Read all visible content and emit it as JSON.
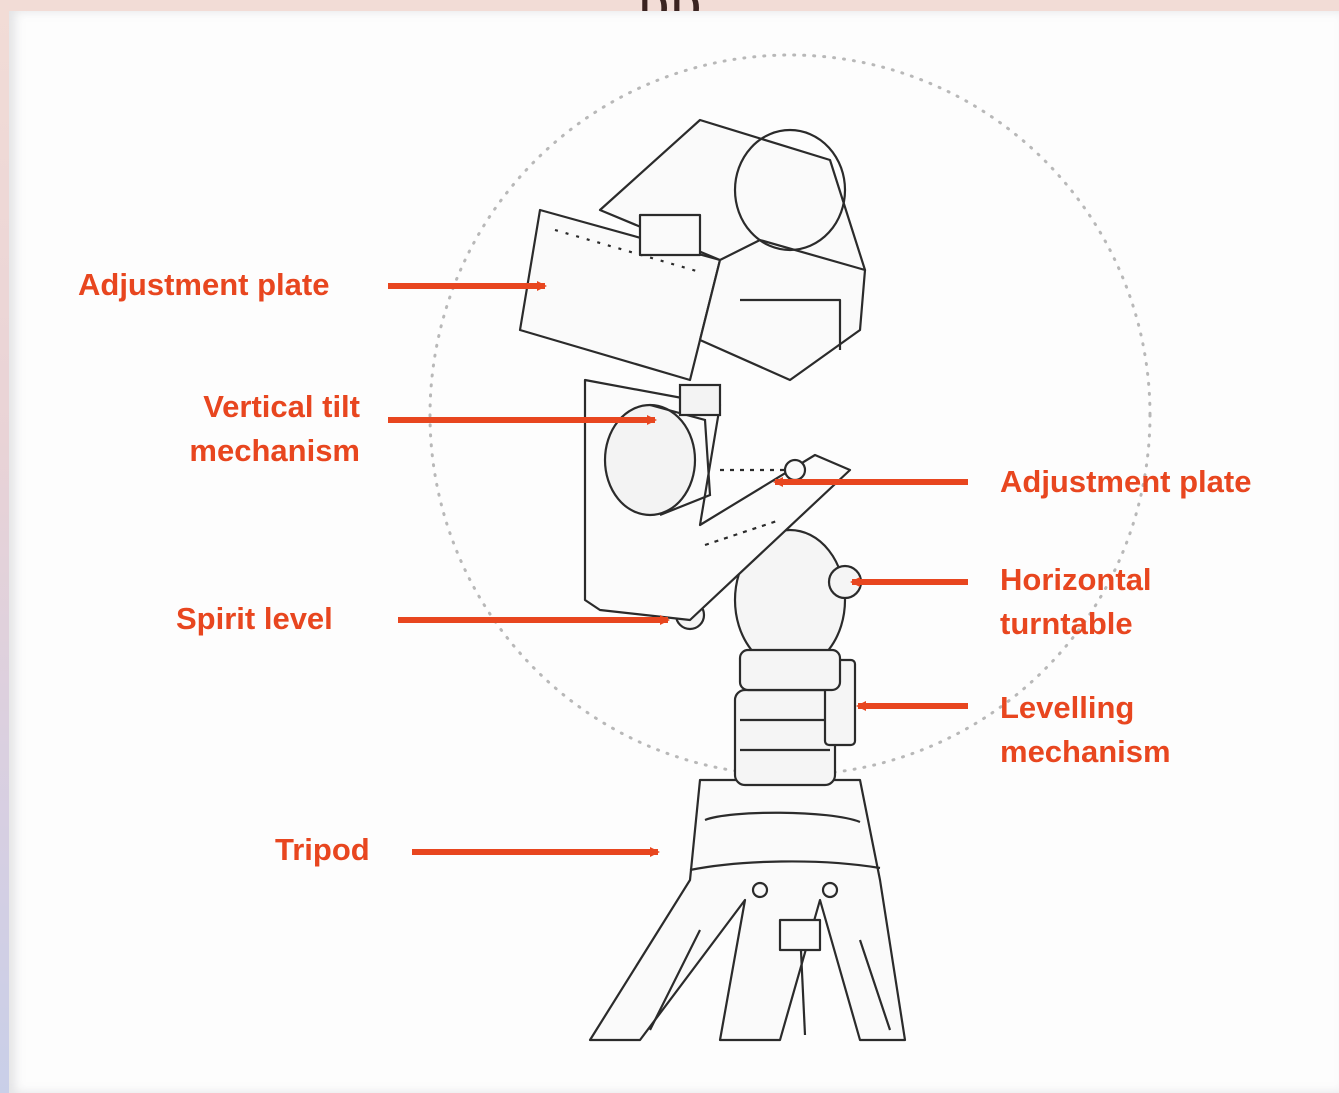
{
  "header": {
    "title_fragment": "pp"
  },
  "labels": {
    "adjustment_plate_left": "Adjustment plate",
    "vertical_tilt_line1": "Vertical tilt",
    "vertical_tilt_line2": "mechanism",
    "spirit_level": "Spirit level",
    "tripod": "Tripod",
    "adjustment_plate_right": "Adjustment plate",
    "horizontal_turntable_line1": "Horizontal",
    "horizontal_turntable_line2": "turntable",
    "levelling_line1": "Levelling",
    "levelling_line2": "mechanism"
  },
  "colors": {
    "accent": "#e8461f",
    "sketch": "#2b2b2b",
    "circle": "#b8b8b8"
  },
  "icons": [
    "panoramic-head-sketch",
    "camera-sketch",
    "tripod-sketch",
    "arrow-icon"
  ]
}
